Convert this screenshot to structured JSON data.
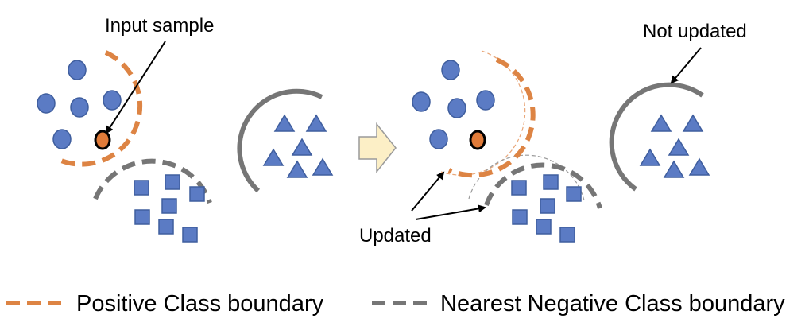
{
  "annotations": {
    "input_sample": "Input sample",
    "not_updated": "Not updated",
    "updated": "Updated"
  },
  "legend": {
    "positive": "Positive Class boundary",
    "negative": "Nearest Negative Class boundary"
  },
  "colors": {
    "positive_class": "#5B7BC4",
    "class_outline": "#3F5E9E",
    "input_sample_fill": "#E07B39",
    "positive_boundary": "#DD8444",
    "negative_boundary": "#767676",
    "arrow_fill": "#FCEFC6",
    "arrow_stroke": "#9A9A9A"
  },
  "icons": {
    "circle_class": "circle",
    "square_class": "square",
    "triangle_class": "triangle",
    "transition_arrow": "right-block-arrow"
  }
}
